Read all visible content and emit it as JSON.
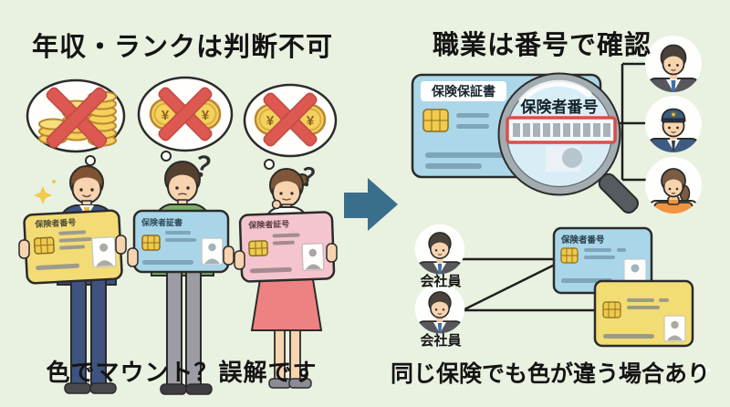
{
  "left_panel": {
    "title": "年収・ランクは判断不可",
    "caption": "色でマウント？誤解です",
    "yen_symbol": "¥",
    "question_mark": "？",
    "thought_bubbles": [
      {
        "icon": "coin-stack-crossed-out"
      },
      {
        "icon": "yen-coins-crossed-out"
      },
      {
        "icon": "yen-coins-crossed-out"
      }
    ],
    "people": [
      "businessman-in-suit",
      "man-in-green-shirt",
      "woman-in-pink-skirt"
    ],
    "cards": [
      {
        "label": "保険者番号",
        "color": "#F3DC76"
      },
      {
        "label": "保険者証書",
        "color": "#A9D5E8"
      },
      {
        "label": "保険者証号",
        "color": "#F4C5CE"
      }
    ]
  },
  "right_panel": {
    "title": "職業は番号で確認",
    "caption": "同じ保険でも色が違う場合あり",
    "main_card": {
      "label": "保険保証書",
      "color": "#ABD7E9",
      "magnified_field": "保険者番号"
    },
    "occupation_avatars": [
      "businessman",
      "police-officer",
      "apron-worker"
    ],
    "workers": [
      {
        "label": "会社員",
        "avatar": "businessman"
      },
      {
        "label": "会社員",
        "avatar": "businessman"
      }
    ],
    "small_cards": [
      {
        "label": "保険者番号",
        "color": "#A9D6E8"
      },
      {
        "label": "",
        "color": "#F2DC74"
      }
    ]
  },
  "colors": {
    "background": "#E9F1E0",
    "arrow": "#3A6E8D",
    "cross_mark": "#DC5850",
    "coin_gold": "#F5D05C",
    "magnifier_box_border": "#D94F48",
    "suit_navy": "#3E5380",
    "police_navy": "#3E5C82",
    "apron_orange": "#F0953F",
    "title_text": "#141414"
  }
}
